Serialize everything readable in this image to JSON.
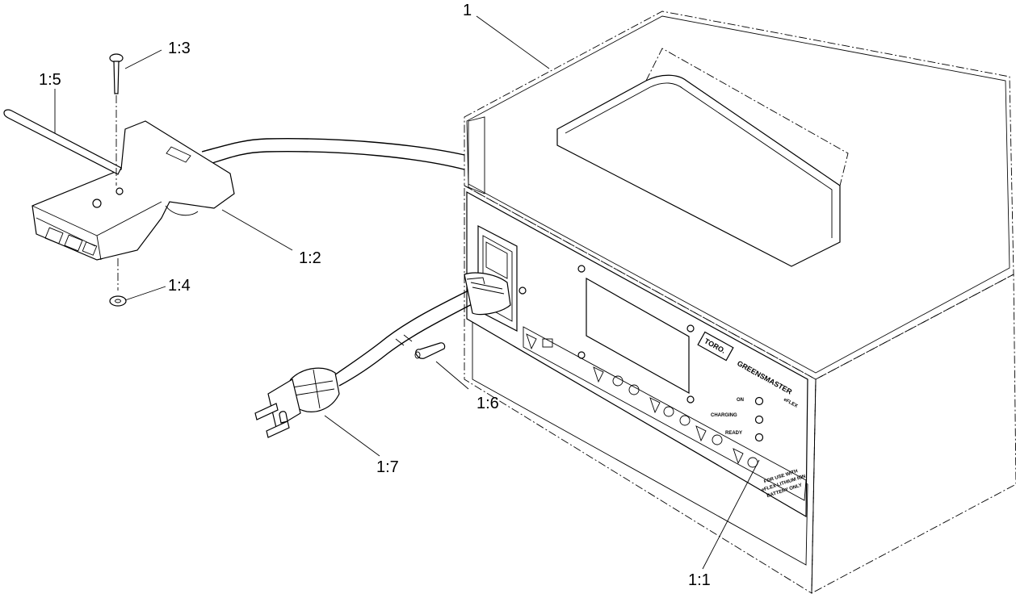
{
  "callouts": {
    "c1": "1",
    "c1_1": "1:1",
    "c1_2": "1:2",
    "c1_3": "1:3",
    "c1_4": "1:4",
    "c1_5": "1:5",
    "c1_6": "1:6",
    "c1_7": "1:7"
  },
  "panel": {
    "brand": "TORO.",
    "product": "GREENSMASTER",
    "product_sub": "eFLEX",
    "led_on": "ON",
    "led_charging": "CHARGING",
    "led_ready": "READY",
    "notice_line1": "FOR USE WITH",
    "notice_line2": "eFLEX LITHIUM ION",
    "notice_line3": "BATTERY ONLY"
  }
}
